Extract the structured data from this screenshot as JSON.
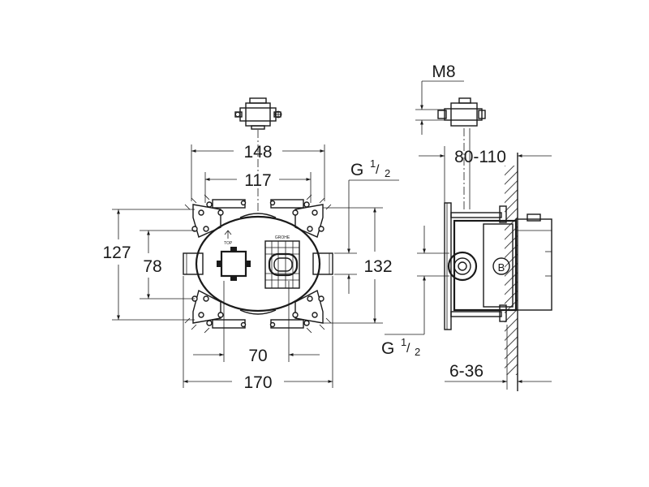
{
  "front_view": {
    "dim_width_outer": "148",
    "dim_width_inner": "117",
    "dim_height_outer": "127",
    "dim_height_inner": "78",
    "dim_port_spacing": "70",
    "dim_total_width": "170",
    "dim_height_right": "132",
    "thread_top": {
      "base": "G",
      "num": "1",
      "den": "2"
    },
    "thread_bottom": {
      "base": "G",
      "num": "1",
      "den": "2"
    },
    "brand_mark": "GROHE"
  },
  "side_view": {
    "dim_bolt": "M8",
    "dim_depth": "80-110",
    "dim_wall": "6-36",
    "label_b": "B"
  }
}
